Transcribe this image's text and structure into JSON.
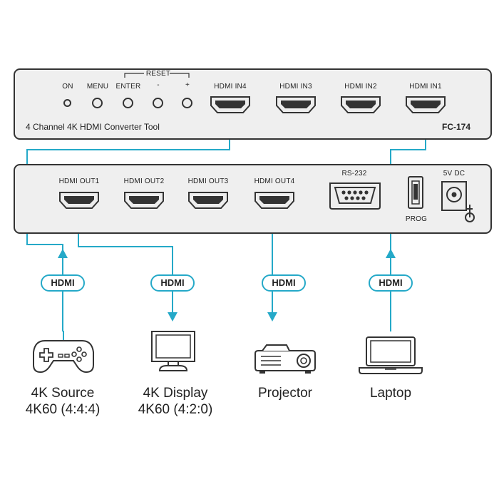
{
  "top_panel": {
    "labels": {
      "on": "ON",
      "menu": "MENU",
      "enter": "ENTER",
      "reset": "RESET",
      "minus": "-",
      "plus": "+",
      "hdmi_in4": "HDMI IN4",
      "hdmi_in3": "HDMI IN3",
      "hdmi_in2": "HDMI IN2",
      "hdmi_in1": "HDMI IN1"
    },
    "description": "4 Channel 4K HDMI Converter Tool",
    "model": "FC-174"
  },
  "bottom_panel": {
    "labels": {
      "hdmi_out1": "HDMI OUT1",
      "hdmi_out2": "HDMI OUT2",
      "hdmi_out3": "HDMI OUT3",
      "hdmi_out4": "HDMI OUT4",
      "rs232": "RS-232",
      "prog": "PROG",
      "power": "5V DC"
    }
  },
  "connections": {
    "pill_label": "HDMI"
  },
  "devices": {
    "source": {
      "line1": "4K Source",
      "line2": "4K60 (4:4:4)",
      "icon": "gamepad-icon"
    },
    "display": {
      "line1": "4K Display",
      "line2": "4K60 (4:2:0)",
      "icon": "monitor-icon"
    },
    "projector": {
      "line1": "Projector",
      "icon": "projector-icon"
    },
    "laptop": {
      "line1": "Laptop",
      "icon": "laptop-icon"
    }
  },
  "colors": {
    "cable": "#25a9c8",
    "panel": "#efefef",
    "outline": "#333333"
  }
}
